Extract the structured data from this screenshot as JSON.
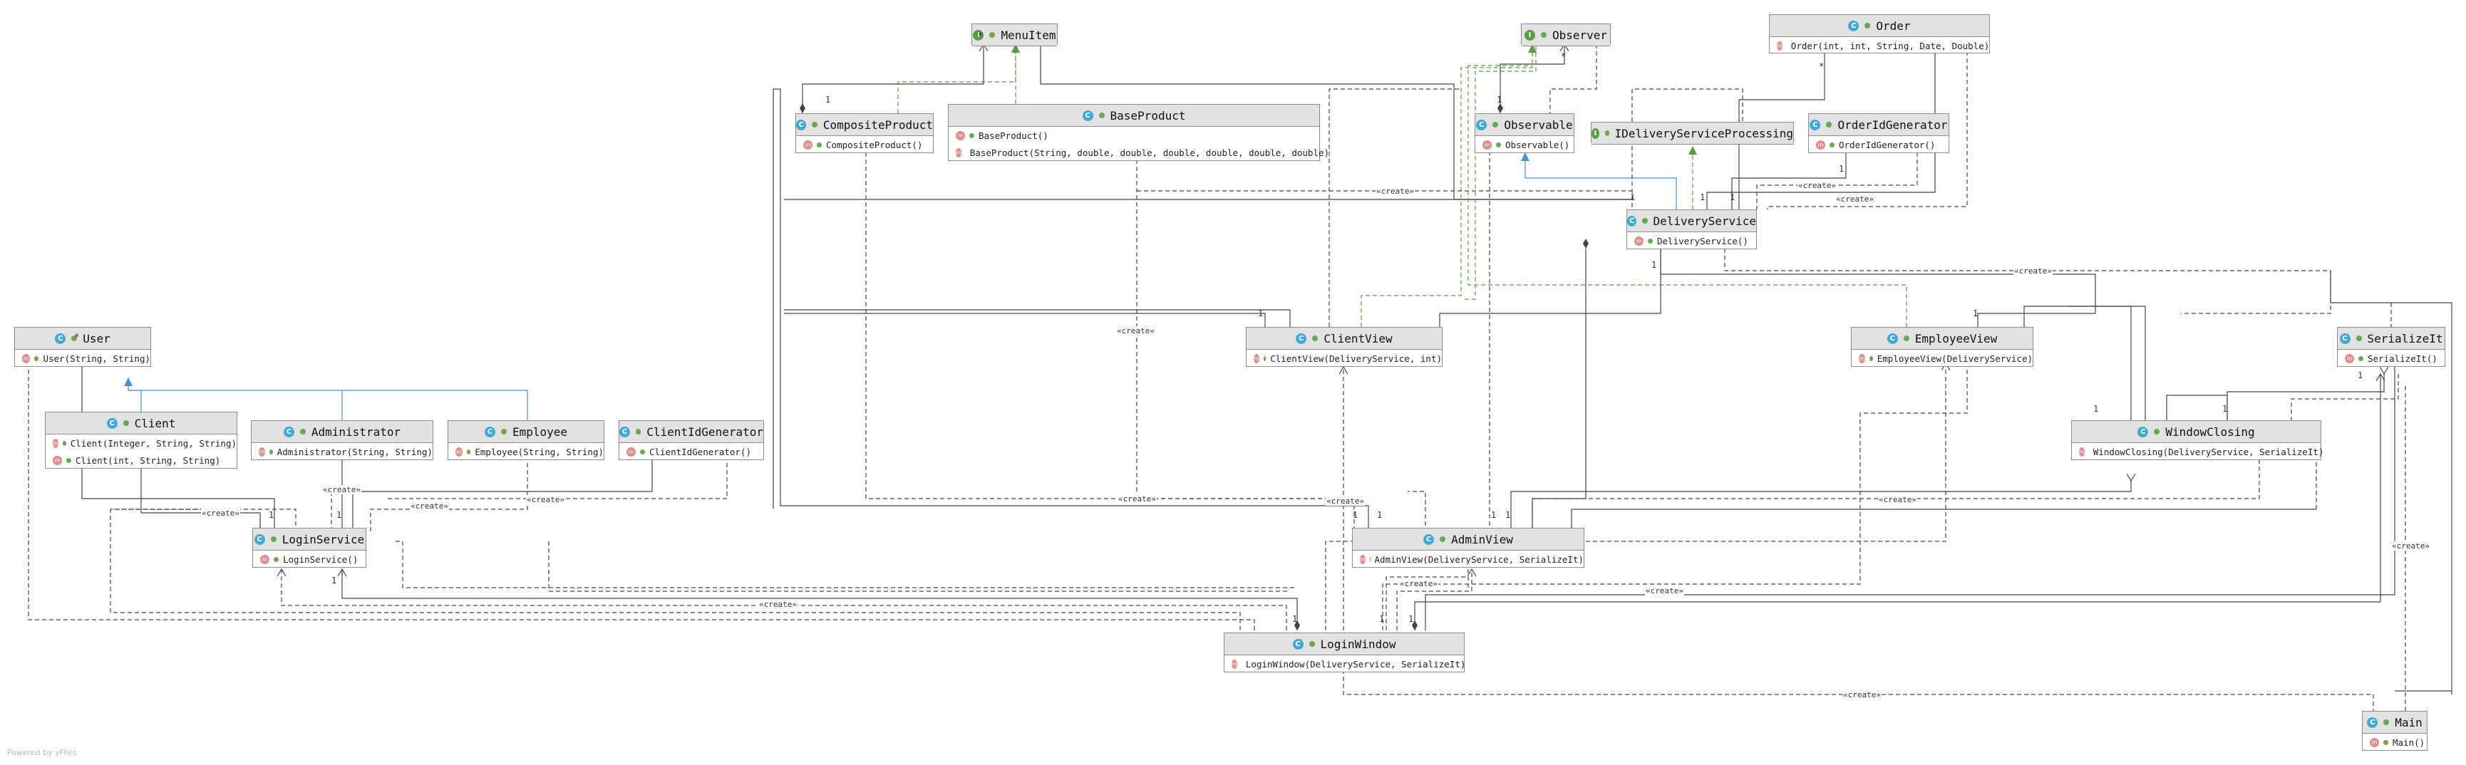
{
  "diagram": {
    "classes": {
      "menuItem": {
        "name": "MenuItem",
        "kind": "I",
        "members": []
      },
      "observer": {
        "name": "Observer",
        "kind": "I",
        "members": []
      },
      "order": {
        "name": "Order",
        "kind": "C",
        "members": [
          "Order(int, int, String, Date, Double)"
        ]
      },
      "compositeProduct": {
        "name": "CompositeProduct",
        "kind": "C",
        "members": [
          "CompositeProduct()"
        ]
      },
      "baseProduct": {
        "name": "BaseProduct",
        "kind": "C",
        "members": [
          "BaseProduct()",
          "BaseProduct(String, double, double, double, double, double, double)"
        ]
      },
      "observable": {
        "name": "Observable",
        "kind": "C",
        "members": [
          "Observable()"
        ]
      },
      "iDeliveryServiceProcessing": {
        "name": "IDeliveryServiceProcessing",
        "kind": "I",
        "members": []
      },
      "orderIdGenerator": {
        "name": "OrderIdGenerator",
        "kind": "C",
        "members": [
          "OrderIdGenerator()"
        ]
      },
      "deliveryService": {
        "name": "DeliveryService",
        "kind": "C",
        "members": [
          "DeliveryService()"
        ]
      },
      "user": {
        "name": "User",
        "kind": "C",
        "members": [
          "User(String, String)"
        ]
      },
      "clientView": {
        "name": "ClientView",
        "kind": "C",
        "members": [
          "ClientView(DeliveryService, int)"
        ]
      },
      "employeeView": {
        "name": "EmployeeView",
        "kind": "C",
        "members": [
          "EmployeeView(DeliveryService)"
        ]
      },
      "serializeIt": {
        "name": "SerializeIt",
        "kind": "C",
        "members": [
          "SerializeIt()"
        ]
      },
      "client": {
        "name": "Client",
        "kind": "C",
        "members": [
          "Client(Integer, String, String)",
          "Client(int, String, String)"
        ]
      },
      "administrator": {
        "name": "Administrator",
        "kind": "C",
        "members": [
          "Administrator(String, String)"
        ]
      },
      "employee": {
        "name": "Employee",
        "kind": "C",
        "members": [
          "Employee(String, String)"
        ]
      },
      "clientIdGenerator": {
        "name": "ClientIdGenerator",
        "kind": "C",
        "members": [
          "ClientIdGenerator()"
        ]
      },
      "windowClosing": {
        "name": "WindowClosing",
        "kind": "C",
        "members": [
          "WindowClosing(DeliveryService, SerializeIt)"
        ]
      },
      "loginService": {
        "name": "LoginService",
        "kind": "C",
        "members": [
          "LoginService()"
        ]
      },
      "adminView": {
        "name": "AdminView",
        "kind": "C",
        "members": [
          "AdminView(DeliveryService, SerializeIt)"
        ]
      },
      "loginWindow": {
        "name": "LoginWindow",
        "kind": "C",
        "members": [
          "LoginWindow(DeliveryService, SerializeIt)"
        ]
      },
      "main": {
        "name": "Main",
        "kind": "C",
        "members": [
          "Main()"
        ]
      }
    },
    "create_label": "«create»",
    "multiplicity_one": "1",
    "multiplicity_many": "*",
    "icon_member": "m",
    "footer": "Powered by yFiles",
    "colors": {
      "header": "#e2e2e2",
      "class_badge": "#3fa9d4",
      "interface_badge": "#5a9c44",
      "realization": "#5a9c44",
      "inheritance": "#4a90d9",
      "line": "#444444"
    }
  }
}
